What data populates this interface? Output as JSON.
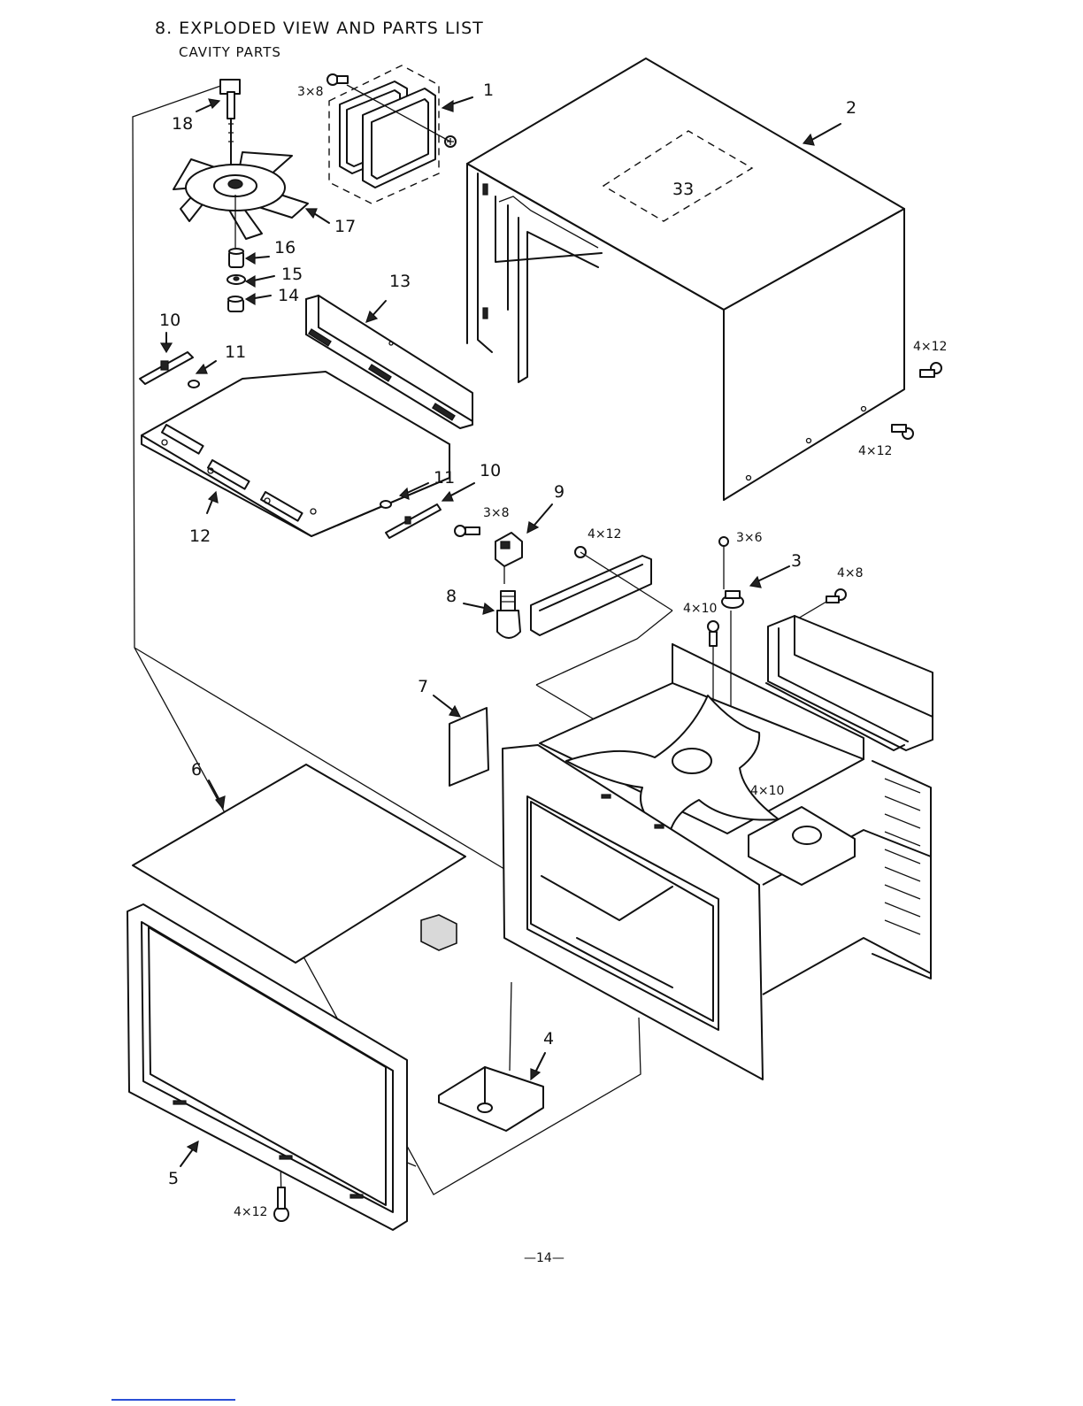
{
  "header": {
    "title": "8. EXPLODED VIEW AND PARTS LIST",
    "subtitle": "CAVITY PARTS"
  },
  "labels": {
    "p1": "1",
    "p2": "2",
    "p3": "3",
    "p4": "4",
    "p5": "5",
    "p6": "6",
    "p7": "7",
    "p8": "8",
    "p9": "9",
    "p10a": "10",
    "p10b": "10",
    "p11a": "11",
    "p11b": "11",
    "p12": "12",
    "p13": "13",
    "p14": "14",
    "p15": "15",
    "p16": "16",
    "p17": "17",
    "p18": "18",
    "p33": "33"
  },
  "screws": {
    "s_3x8_top": "3×8",
    "s_4x12_a": "4×12",
    "s_4x12_b": "4×12",
    "s_3x8_mid": "3×8",
    "s_4x12_mid": "4×12",
    "s_3x6": "3×6",
    "s_4x8": "4×8",
    "s_4x10_a": "4×10",
    "s_4x10_b": "4×10",
    "s_4x12_bottom": "4×12"
  },
  "footer": {
    "page_number": "—14—"
  }
}
